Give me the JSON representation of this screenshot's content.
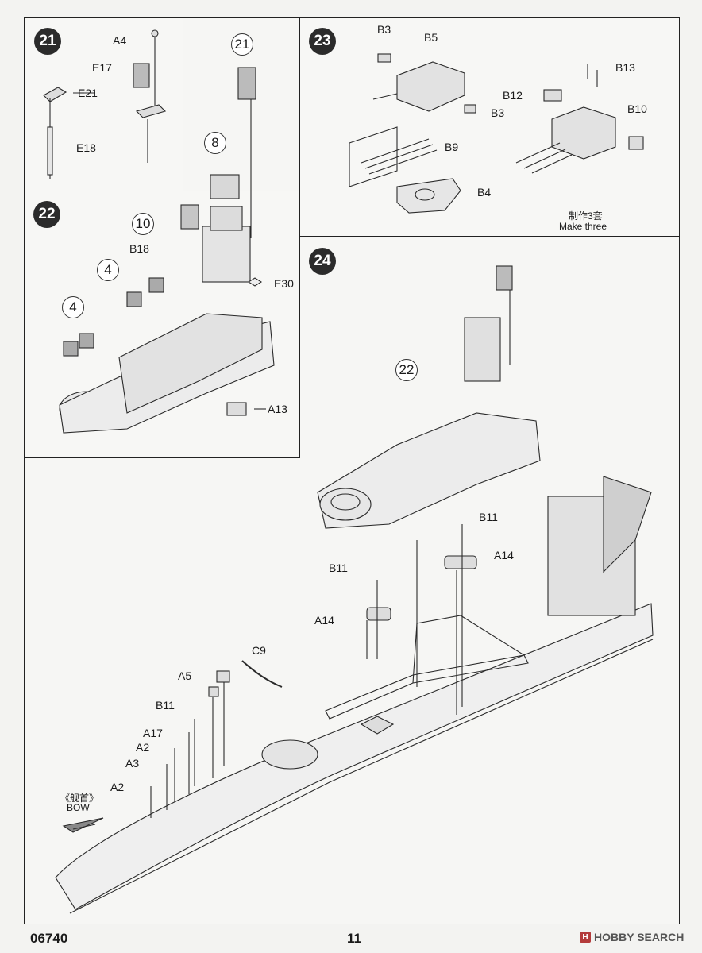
{
  "steps": {
    "s21": {
      "number": "21",
      "labels": {
        "a4": "A4",
        "e17": "E17",
        "e21": "E21",
        "e18": "E18"
      }
    },
    "s22": {
      "number": "22",
      "refs": {
        "r21": "21",
        "r8": "8",
        "r10": "10",
        "r4a": "4",
        "r4b": "4"
      },
      "labels": {
        "b18": "B18",
        "e30": "E30",
        "a13": "A13"
      }
    },
    "s23": {
      "number": "23",
      "labels": {
        "b3a": "B3",
        "b5": "B5",
        "b13": "B13",
        "b12": "B12",
        "b3b": "B3",
        "b10": "B10",
        "b9": "B9",
        "b4": "B4"
      },
      "note_cn": "制作3套",
      "note_en": "Make three"
    },
    "s24": {
      "number": "24",
      "refs": {
        "r22": "22"
      },
      "labels": {
        "b11a": "B11",
        "a14a": "A14",
        "b11b": "B11",
        "a14b": "A14",
        "c9": "C9",
        "a5": "A5",
        "b11c": "B11",
        "a17": "A17",
        "a2a": "A2",
        "a3": "A3",
        "a2b": "A2"
      },
      "bow_cn": "《舰首》",
      "bow_en": "BOW"
    }
  },
  "footer": {
    "code": "06740",
    "page": "11",
    "watermark": "HOBBY SEARCH",
    "watermark_icon": "H"
  }
}
